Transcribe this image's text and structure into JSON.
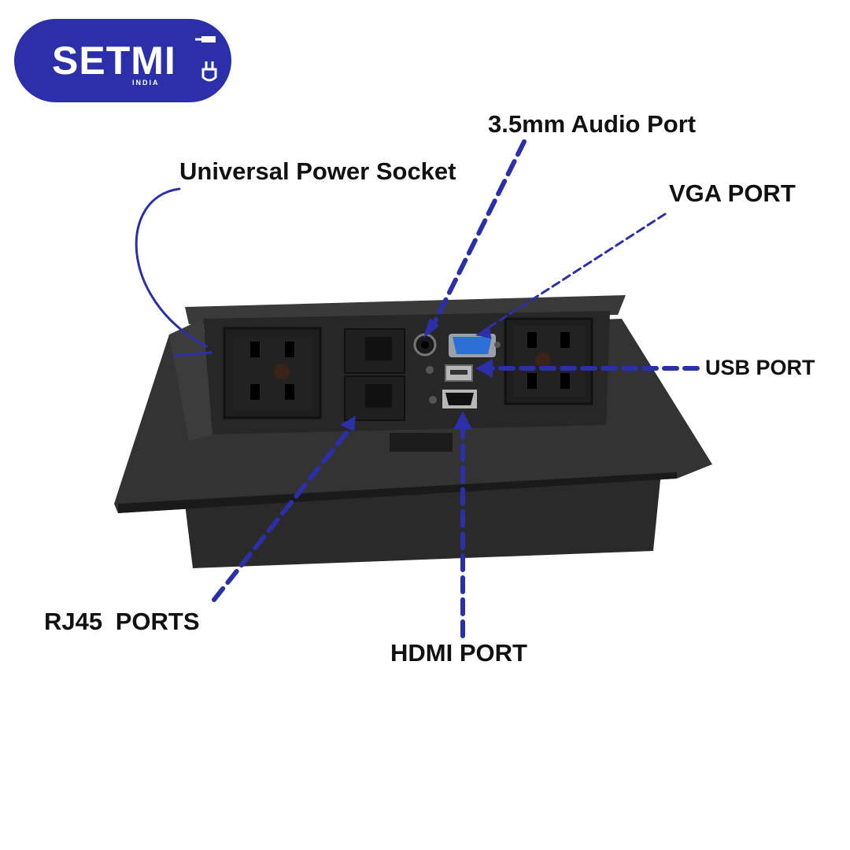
{
  "brand": {
    "name": "SETMI",
    "sub": "INDIA",
    "color": "#2b2fa8"
  },
  "labels": {
    "power_socket": "Universal Power Socket",
    "audio_port": "3.5mm Audio Port",
    "vga_port": "VGA PORT",
    "usb_port": "USB PORT",
    "rj45_ports": "RJ45  PORTS",
    "hdmi_port": "HDMI PORT"
  },
  "colors": {
    "arrow": "#2b2fa8",
    "box": "#2a2a2a",
    "vga": "#2d6fd6"
  },
  "icons": [
    "plug-icon",
    "cable-icon"
  ]
}
